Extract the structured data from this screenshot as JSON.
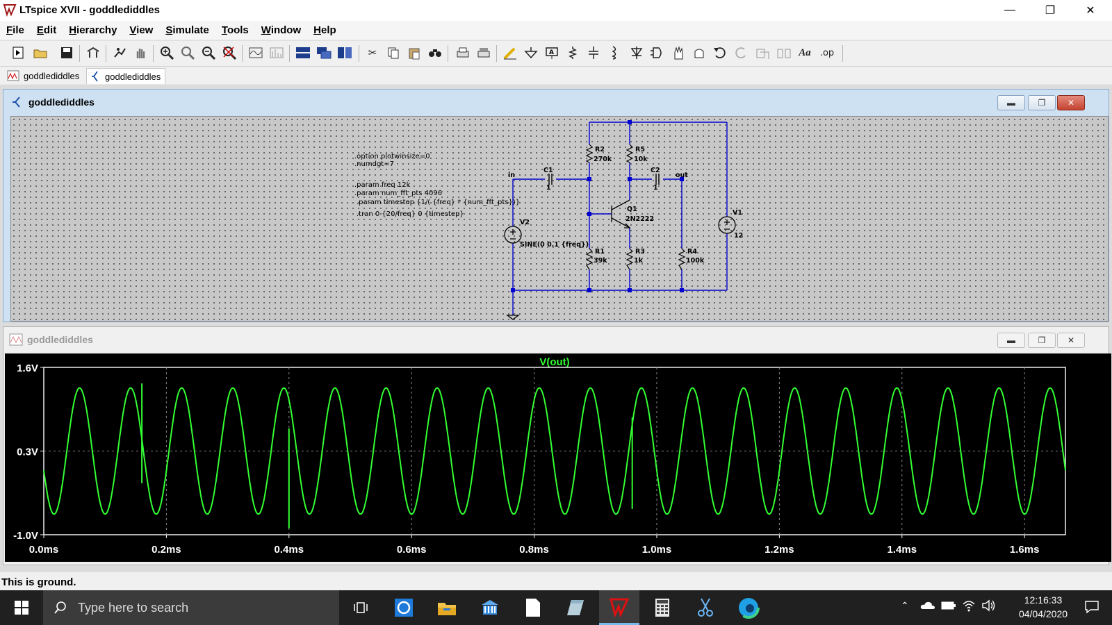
{
  "app": {
    "title": "LTspice XVII - goddlediddles",
    "icon": "ltspice-logo-icon"
  },
  "window_controls": {
    "minimize": "—",
    "maximize": "❐",
    "close": "✕"
  },
  "menu": [
    "File",
    "Edit",
    "Hierarchy",
    "View",
    "Simulate",
    "Tools",
    "Window",
    "Help"
  ],
  "toolbar": {
    "buttons": [
      "new-schematic-icon",
      "open-icon",
      "save-icon",
      "control-panel-icon",
      "run-icon",
      "halt-icon",
      "zoom-in-icon",
      "zoom-full-icon",
      "zoom-out-icon",
      "zoom-cancel-icon",
      "autorange-icon",
      "fft-icon",
      "tile-horizontal-icon",
      "cascade-icon",
      "tile-vertical-icon",
      "cut-icon",
      "copy-icon",
      "paste-icon",
      "find-icon",
      "print-icon",
      "print-preview-icon",
      "draw-wire-icon",
      "ground-icon",
      "label-net-icon",
      "resistor-icon",
      "capacitor-icon",
      "inductor-icon",
      "diode-icon",
      "component-icon",
      "move-icon",
      "drag-icon",
      "undo-icon",
      "redo-icon",
      "rotate-icon",
      "mirror-icon",
      "text-icon",
      "spice-directive-icon"
    ],
    "text_icons": {
      "text": "Aa",
      "directive": ".op"
    }
  },
  "doc_tabs": [
    {
      "label": "goddlediddles",
      "icon": "waveform-icon",
      "active": false
    },
    {
      "label": "goddlediddles",
      "icon": "schematic-icon",
      "active": true
    }
  ],
  "schematic_window": {
    "title": "goddlediddles",
    "directives": [
      ".option plotwinsize=0",
      ".numdgt=7",
      ".param freq 12k",
      ".param num_fft_pts 4096",
      ".param timestep {1/( {freq} * {num_fft_pts})}",
      ".tran 0 {20/freq} 0 {timestep}"
    ],
    "nets": {
      "in": "in",
      "out": "out"
    },
    "components": {
      "C1": {
        "name": "C1",
        "value": "1"
      },
      "C2": {
        "name": "C2",
        "value": "1"
      },
      "R1": {
        "name": "R1",
        "value": "39k"
      },
      "R2": {
        "name": "R2",
        "value": "270k"
      },
      "R3": {
        "name": "R3",
        "value": "1k"
      },
      "R4": {
        "name": "R4",
        "value": "100k"
      },
      "R5": {
        "name": "R5",
        "value": "10k"
      },
      "Q1": {
        "name": "Q1",
        "value": "2N2222"
      },
      "V1": {
        "name": "V1",
        "value": "12"
      },
      "V2": {
        "name": "V2",
        "value": "SINE(0 0.1 {freq})"
      }
    }
  },
  "plot_window": {
    "title": "goddlediddles",
    "trace_name": "V(out)",
    "trace_color": "#33ff33"
  },
  "chart_data": {
    "type": "line",
    "title": "V(out)",
    "xlabel": "",
    "ylabel": "",
    "x_unit": "ms",
    "y_unit": "V",
    "xlim": [
      0.0,
      1.6667
    ],
    "ylim": [
      -1.0,
      1.6
    ],
    "x_ticks": [
      "0.0ms",
      "0.2ms",
      "0.4ms",
      "0.6ms",
      "0.8ms",
      "1.0ms",
      "1.2ms",
      "1.4ms",
      "1.6ms"
    ],
    "y_ticks": [
      "1.6V",
      "0.3V",
      "-1.0V"
    ],
    "grid": true,
    "series": [
      {
        "name": "V(out)",
        "color": "#33ff33",
        "waveform": "sine",
        "frequency_khz": 12,
        "amplitude_v": 0.98,
        "offset_v": 0.3,
        "value_at_0ms": 0.0,
        "spikes": [
          {
            "x_ms": 0.16,
            "y_min": -0.2,
            "y_max": 1.35
          },
          {
            "x_ms": 0.4,
            "y_min": -0.9,
            "y_max": 0.65
          },
          {
            "x_ms": 0.96,
            "y_min": -0.6,
            "y_max": 0.82
          }
        ]
      }
    ]
  },
  "status": "This is ground.",
  "taskbar": {
    "search_placeholder": "Type here to search",
    "apps": [
      "task-view-icon",
      "edge-legacy-icon",
      "file-explorer-icon",
      "bank-icon",
      "notepad-icon",
      "app-icon",
      "ltspice-icon",
      "calculator-icon",
      "snipping-tool-icon",
      "edge-icon"
    ],
    "time": "12:16:33",
    "date": "04/04/2020"
  }
}
